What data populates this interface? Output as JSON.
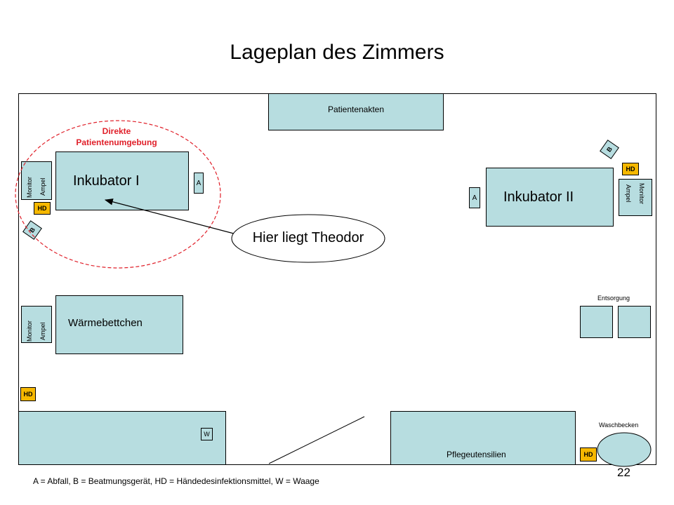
{
  "title": "Lageplan des Zimmers",
  "labels": {
    "patientenakten": "Patientenakten",
    "direkte_line1": "Direkte",
    "direkte_line2": "Patientenumgebung",
    "inkubator1": "Inkubator I",
    "inkubator2": "Inkubator II",
    "waermebettchen": "Wärmebettchen",
    "hier_liegt": "Hier liegt Theodor",
    "entsorgung": "Entsorgung",
    "waschbecken": "Waschbecken",
    "pflegeutensilien": "Pflegeutensilien",
    "monitor": "Monitor",
    "ampel": "Ampel",
    "a": "A",
    "b": "B",
    "hd": "HD",
    "w": "W"
  },
  "legend": "A = Abfall, B = Beatmungsgerät, HD = Händedesinfektionsmittel, W = Waage",
  "page_number": "22",
  "colors": {
    "equipment_fill": "#b7dde0",
    "hd_fill": "#f6b800",
    "patient_zone_red": "#e0202a"
  }
}
